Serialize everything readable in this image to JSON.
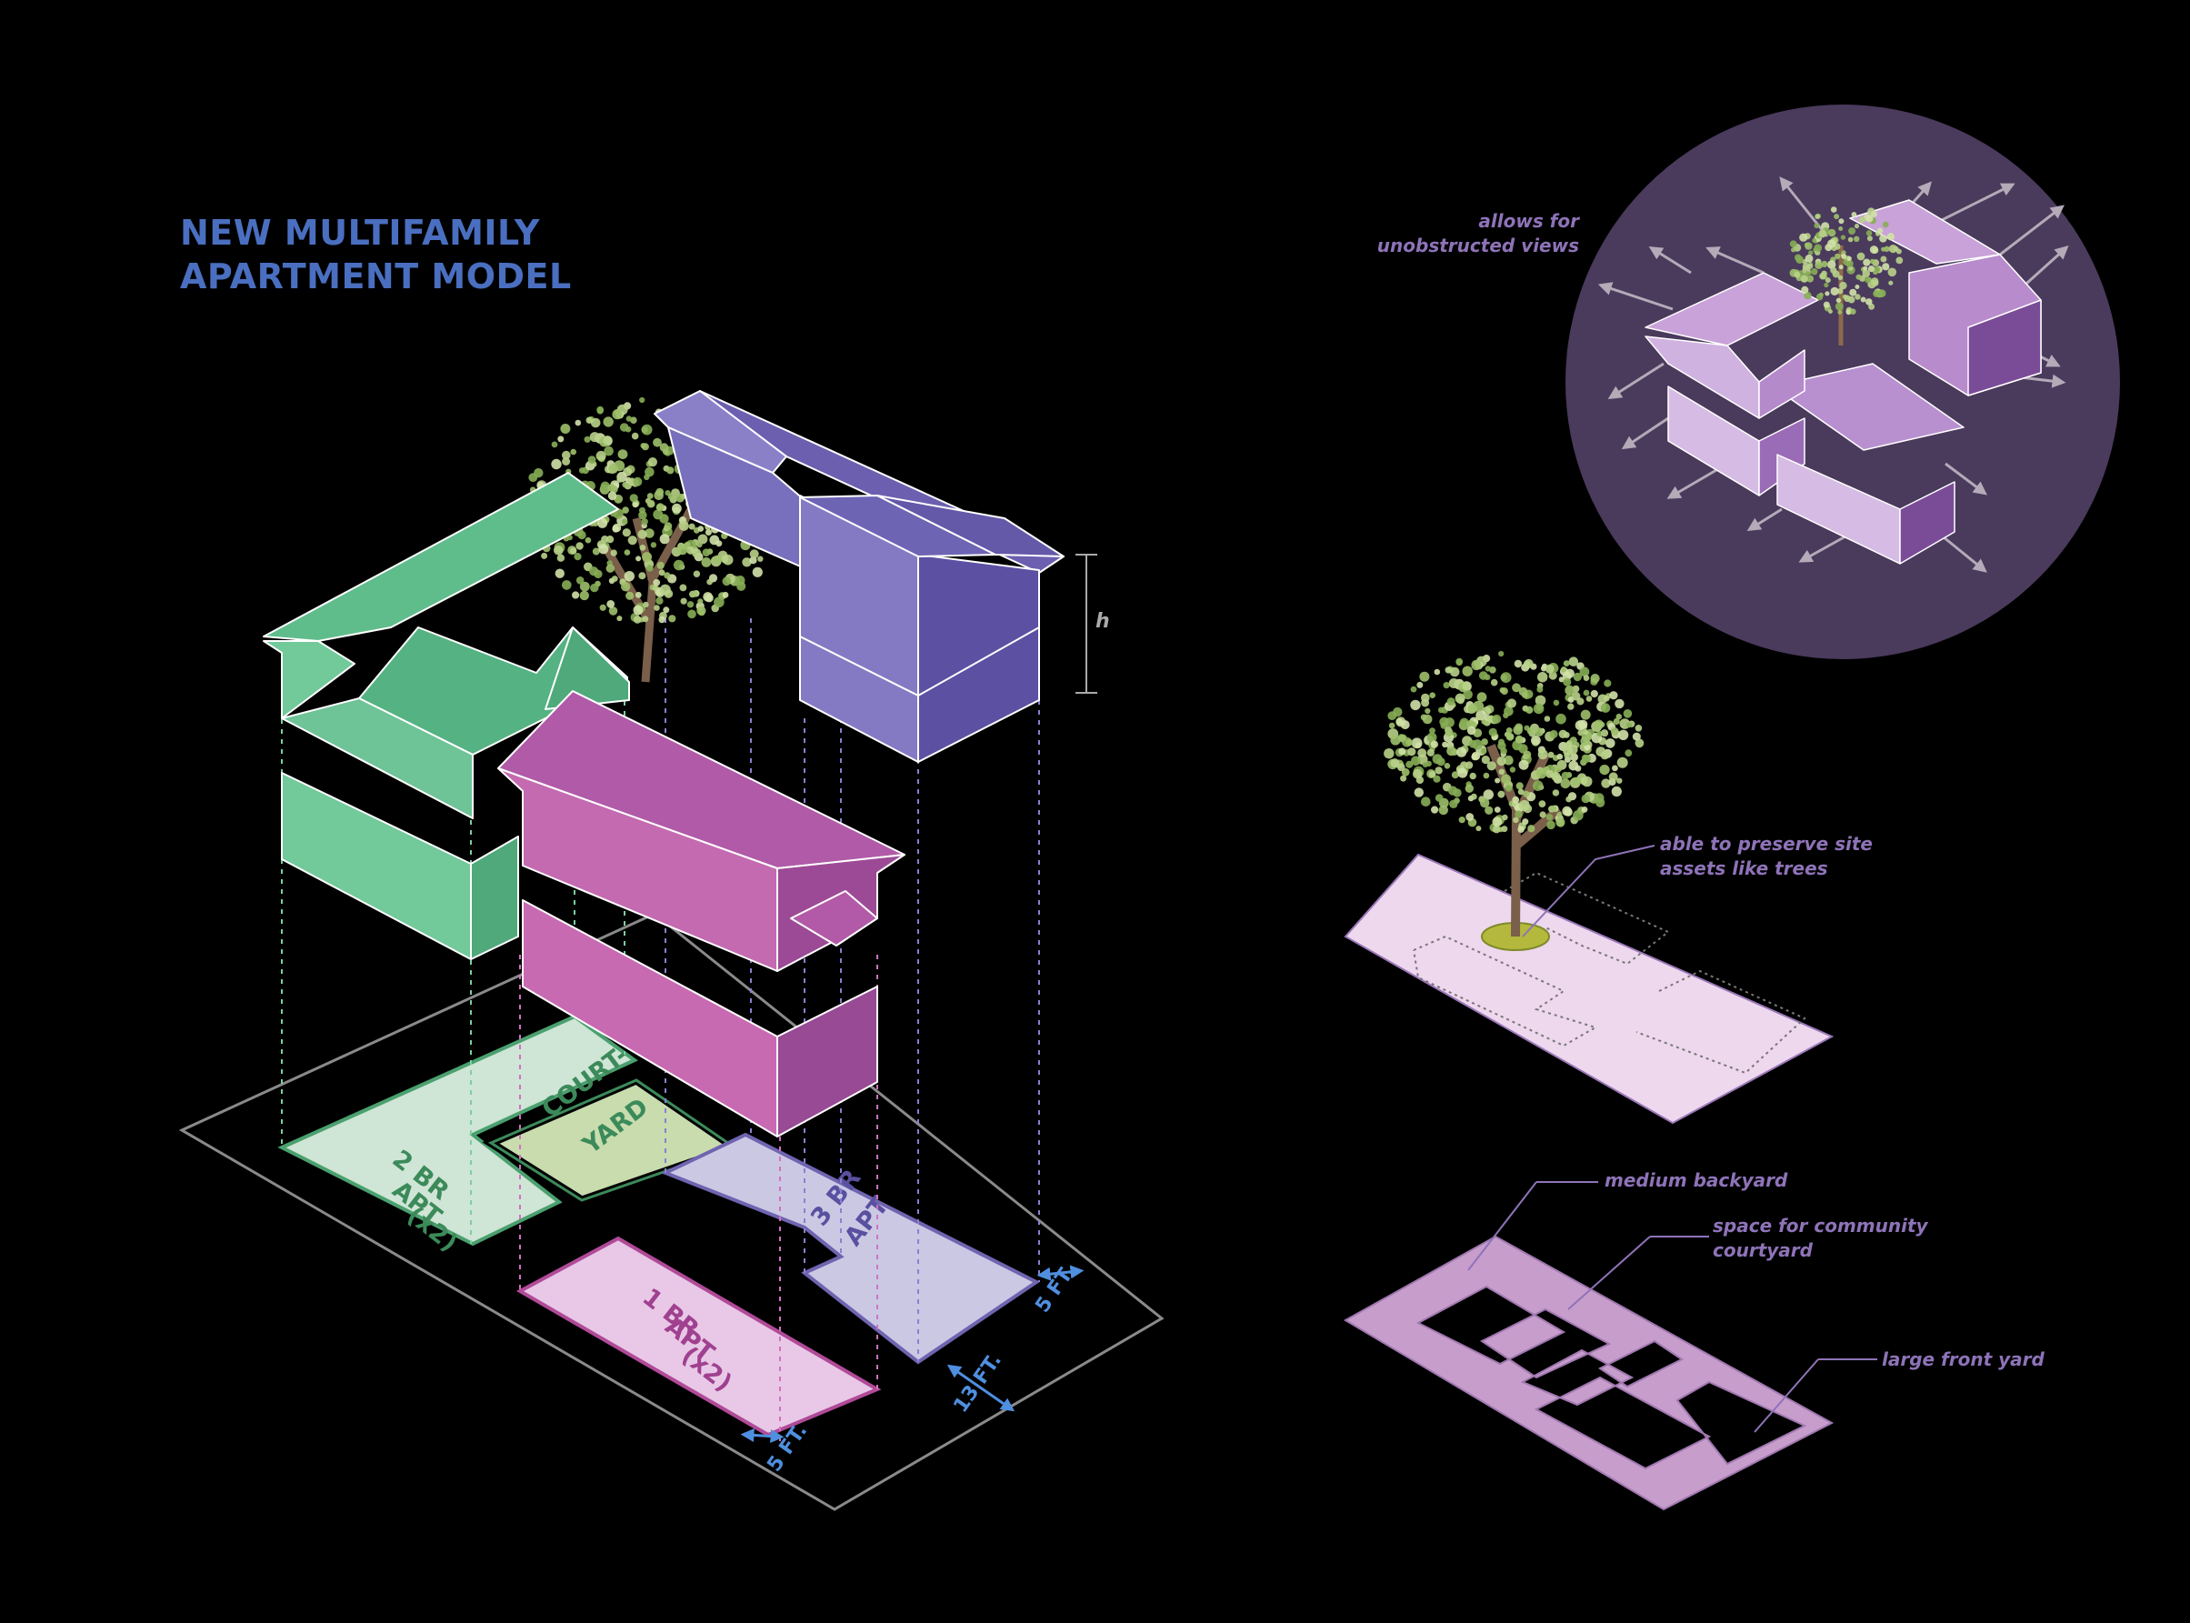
{
  "title": {
    "line1": "NEW MULTIFAMILY",
    "line2": "APARTMENT MODEL"
  },
  "units": {
    "two_br": [
      "2 BR",
      "APT",
      "(x2)"
    ],
    "courtyard": [
      "COURT-",
      "YARD"
    ],
    "three_br": [
      "3 BR",
      "APT"
    ],
    "one_br": [
      "1 BR",
      "APT",
      "(x2)"
    ]
  },
  "dimensions": {
    "side_setback": "5 FT.",
    "rear_setback": "5 FT.",
    "courtyard_width": "13 FT.",
    "height_symbol": "h"
  },
  "annotations": {
    "views": [
      "allows for",
      "unobstructed views"
    ],
    "trees": [
      "able to preserve site",
      "assets like trees"
    ],
    "backyard": "medium backyard",
    "courtyard": [
      "space for community",
      "courtyard"
    ],
    "front_yard": "large front yard"
  },
  "colors": {
    "green": "#6cc295",
    "green_plan": "#cfe5d6",
    "violet": "#6f64b0",
    "violet_plan": "#cbc8e4",
    "magenta": "#c560a8",
    "magenta_plan": "#e8c8e6",
    "title_blue": "#4a6fc0",
    "note_purple": "#8e73b8",
    "dim_blue": "#4f8fe0",
    "circle_bg": "#4a3a5c",
    "lot_pink": "#eed8ee",
    "footprint_purple": "#c79dcc"
  }
}
